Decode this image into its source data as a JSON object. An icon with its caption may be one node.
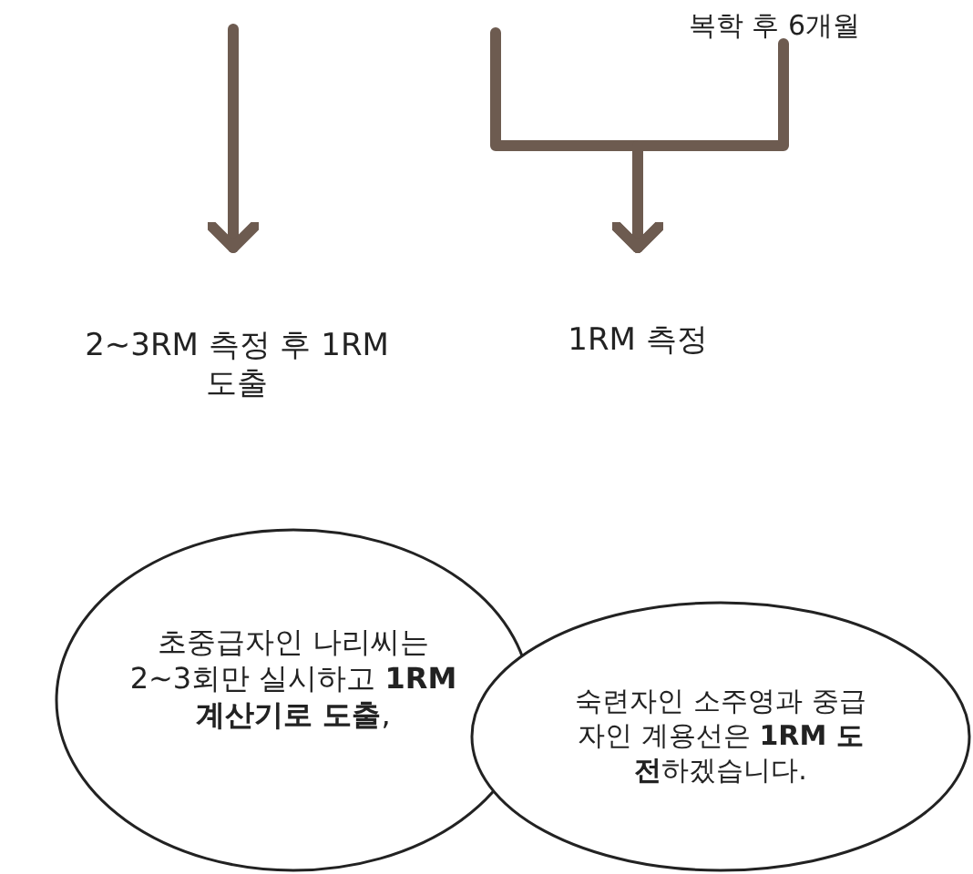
{
  "diagram": {
    "nodes": [
      {
        "text": [
          "복학 후 6개월"
        ]
      },
      {
        "text": [
          "2~3RM 측정 후 1RM 도출"
        ]
      },
      {
        "text": [
          "1RM 측정"
        ]
      },
      {
        "text": [
          "초중급자인 나리씨는 2~3회만 실시하고 **1RM계산기로 도출**,"
        ]
      },
      {
        "text": [
          "숙련자인 소주영과 중급자인 계용선은 **1RM 도전**하겠습니다."
        ]
      }
    ],
    "edges": [
      {
        "from": null,
        "to": 1,
        "arrow": "to"
      },
      {
        "from": null,
        "to": 2,
        "arrow": "to"
      },
      {
        "from": 0,
        "to": 2,
        "arrow": "to"
      }
    ]
  }
}
